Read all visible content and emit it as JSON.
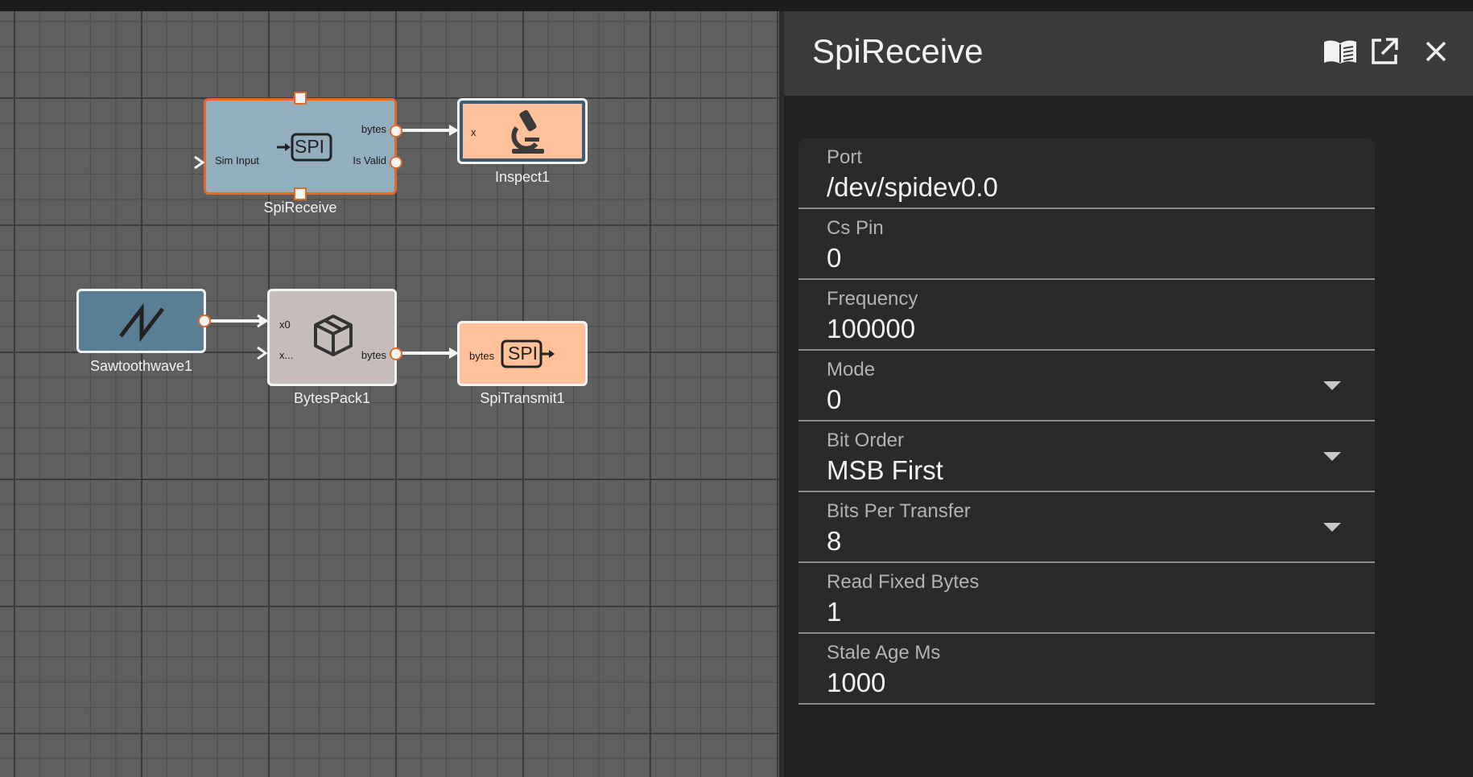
{
  "canvas": {
    "nodes": {
      "spireceive": {
        "label": "SpiReceive",
        "icon_text": "SPI",
        "port_bytes": "bytes",
        "port_is_valid": "Is Valid",
        "port_sim_input": "Sim Input"
      },
      "inspect1": {
        "label": "Inspect1",
        "port_x": "x"
      },
      "sawtooth": {
        "label": "Sawtoothwave1"
      },
      "bytespack": {
        "label": "BytesPack1",
        "port_x0": "x0",
        "port_x_more": "x...",
        "port_bytes": "bytes"
      },
      "spitransmit": {
        "label": "SpiTransmit1",
        "icon_text": "SPI",
        "port_bytes": "bytes"
      }
    },
    "colors": {
      "spireceive_fill": "#93aebd",
      "inspect_fill": "#ffc09a",
      "inspect_border": "#3b5d74",
      "sawtooth_fill": "#5a7f95",
      "bytespack_fill": "#c6bdba",
      "spitransmit_fill": "#ffc09a",
      "selection": "#e06a2c"
    }
  },
  "panel": {
    "title": "SpiReceive",
    "icons": [
      "book-icon",
      "open-external-icon",
      "close-icon"
    ],
    "fields": [
      {
        "label": "Port",
        "value": "/dev/spidev0.0",
        "dropdown": false
      },
      {
        "label": "Cs Pin",
        "value": "0",
        "dropdown": false
      },
      {
        "label": "Frequency",
        "value": "100000",
        "dropdown": false
      },
      {
        "label": "Mode",
        "value": "0",
        "dropdown": true
      },
      {
        "label": "Bit Order",
        "value": "MSB First",
        "dropdown": true
      },
      {
        "label": "Bits Per Transfer",
        "value": "8",
        "dropdown": true
      },
      {
        "label": "Read Fixed Bytes",
        "value": "1",
        "dropdown": false
      },
      {
        "label": "Stale Age Ms",
        "value": "1000",
        "dropdown": false
      }
    ]
  }
}
